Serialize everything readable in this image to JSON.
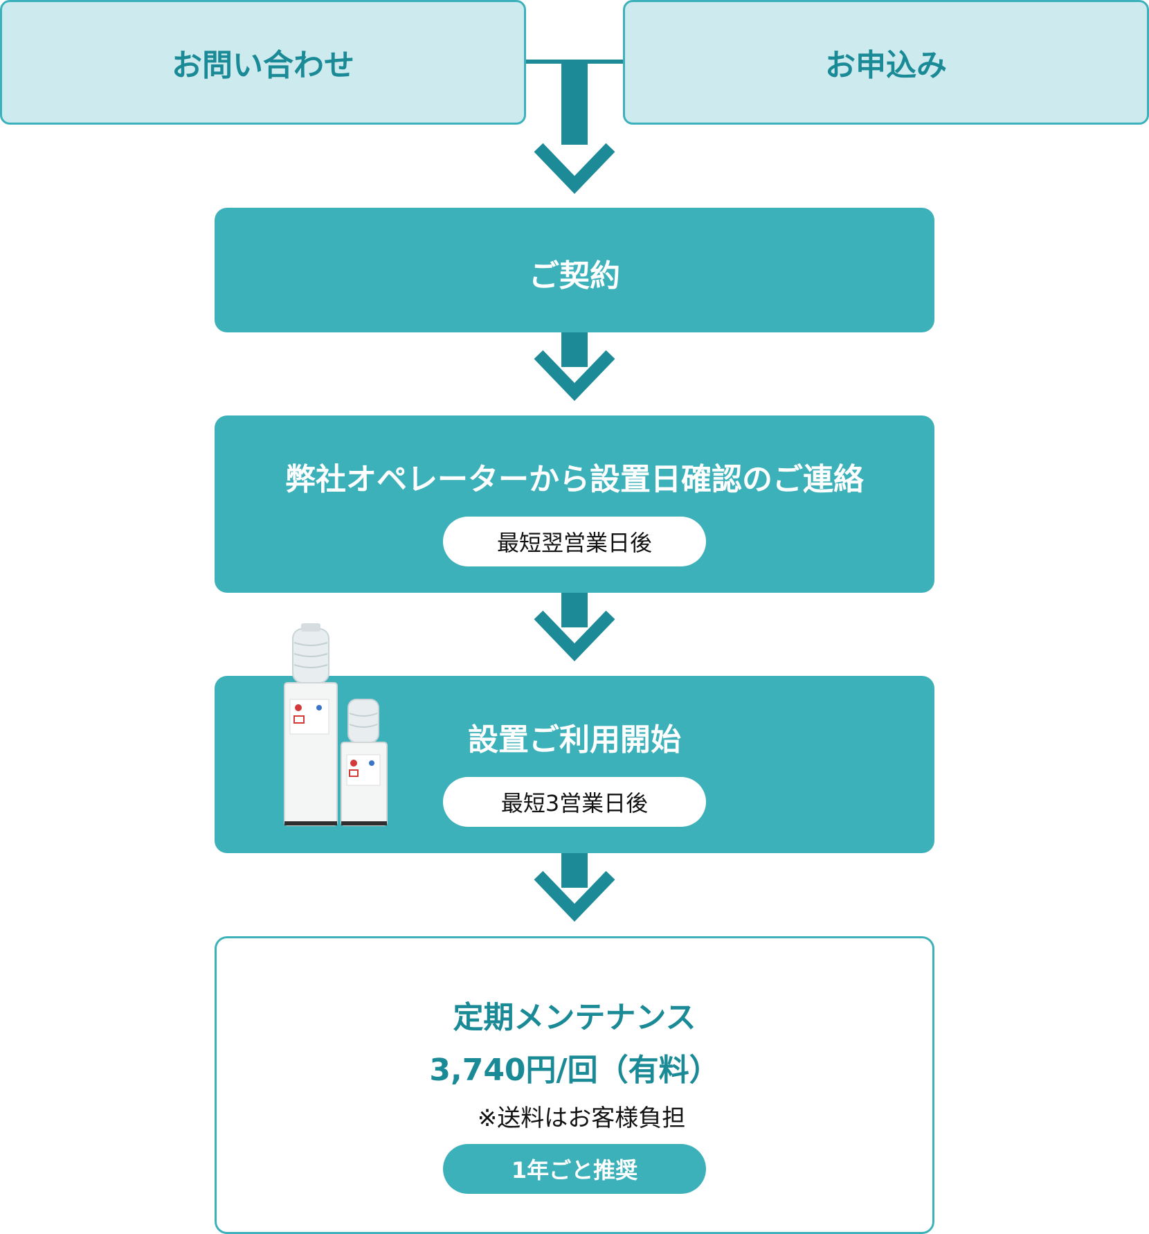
{
  "colors": {
    "accent": "#3db1ba",
    "arrow": "#1d8b97",
    "top_box_bg": "#cdebee",
    "heading_text": "#1a8a96"
  },
  "top": {
    "left_label": "お問い合わせ",
    "right_label": "お申込み"
  },
  "steps": [
    {
      "title": "ご契約"
    },
    {
      "title": "弊社オペレーターから設置日確認のご連絡",
      "badge": "最短翌営業日後"
    },
    {
      "title": "設置ご利用開始",
      "badge": "最短3営業日後"
    }
  ],
  "final": {
    "title": "定期メンテナンス",
    "price": "3,740円/回（有料）",
    "note": "※送料はお客様負担",
    "badge": "1年ごと推奨"
  },
  "icons": [
    "down-arrow-icon",
    "water-dispenser-icon"
  ]
}
